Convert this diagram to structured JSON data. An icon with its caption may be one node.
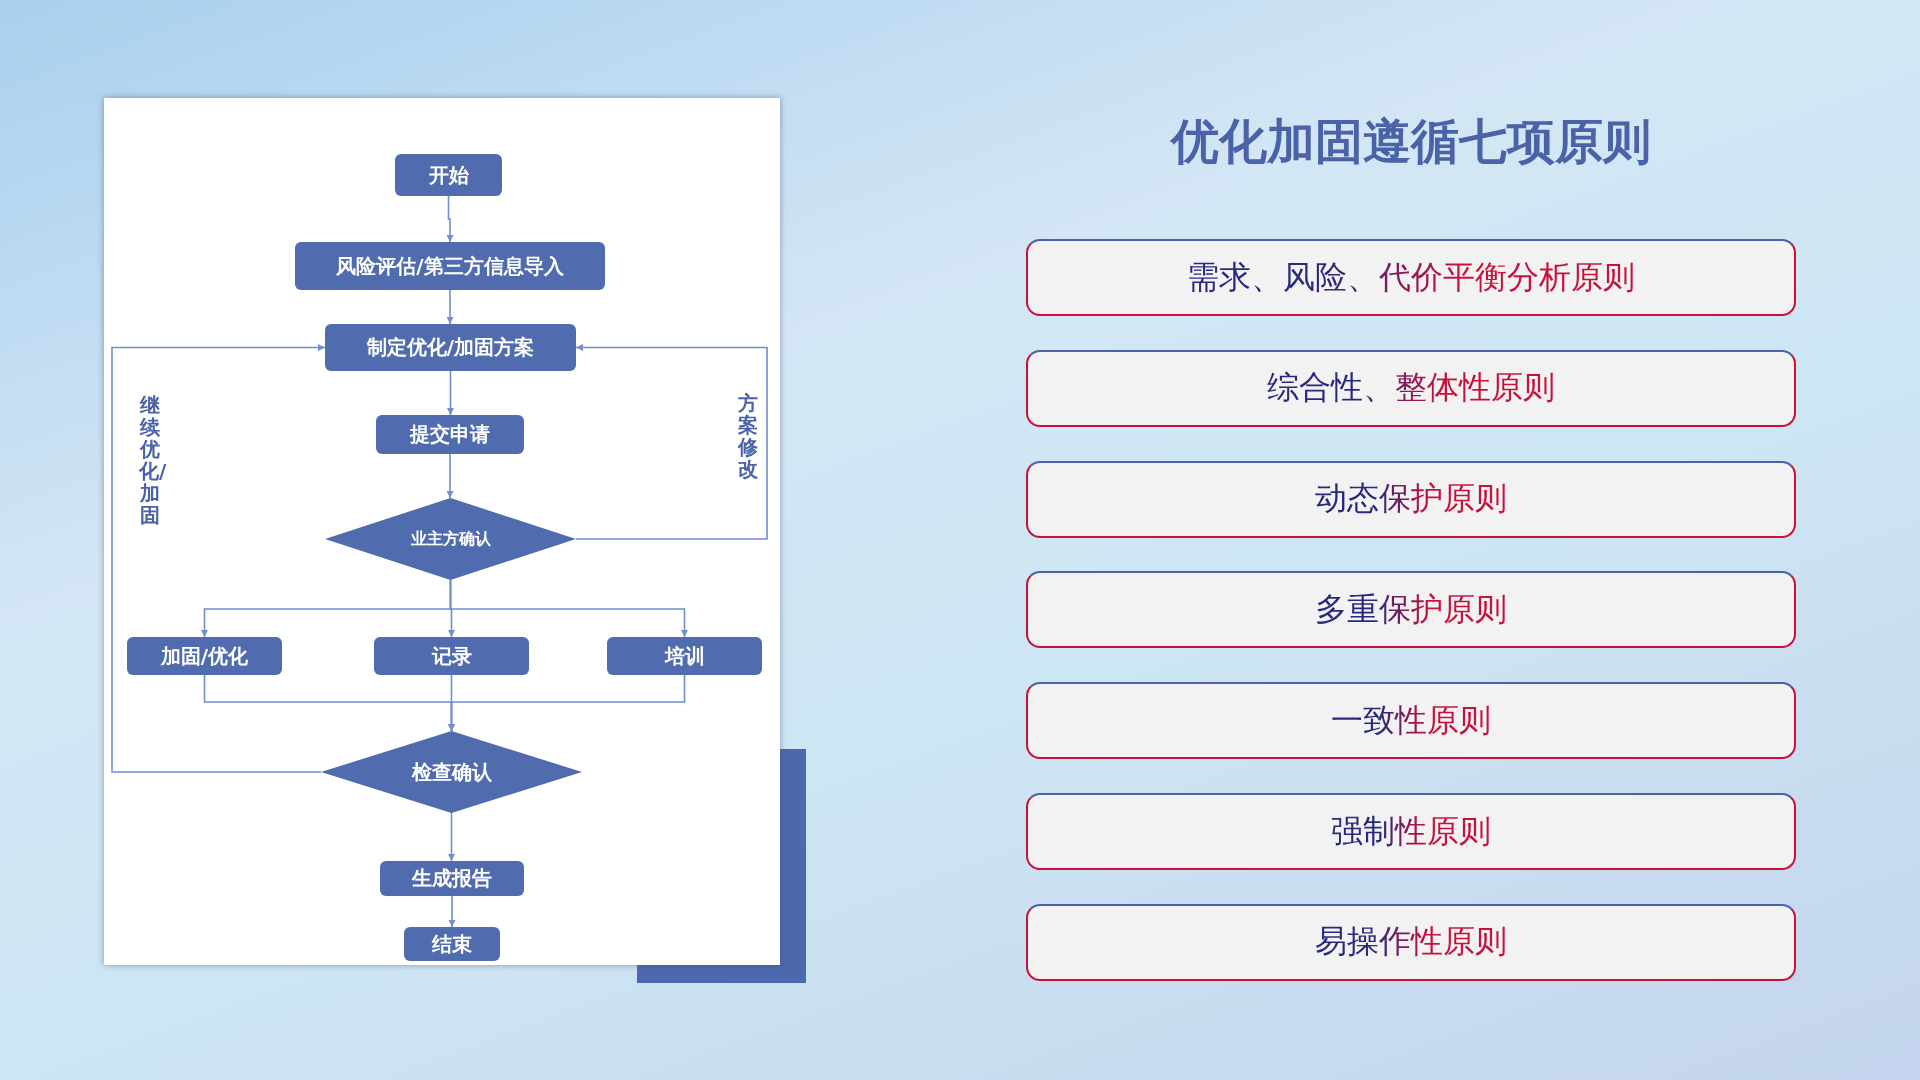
{
  "diagram": {
    "title": "优化加固遵循七项原则",
    "nodes": [
      {
        "text": [
          "开始"
        ]
      },
      {
        "text": [
          "风险评估/第三方信息导入"
        ]
      },
      {
        "text": [
          "制定优化/加固方案"
        ]
      },
      {
        "text": [
          "提交申请"
        ]
      },
      {
        "text": [
          "业主方确认"
        ]
      },
      {
        "text": [
          "加固/优化"
        ]
      },
      {
        "text": [
          "记录"
        ]
      },
      {
        "text": [
          "培训"
        ]
      },
      {
        "text": [
          "检查确认"
        ]
      },
      {
        "text": [
          "生成报告"
        ]
      },
      {
        "text": [
          "结束"
        ]
      },
      {
        "text": [
          "需求、风险、代价平衡分析原则"
        ]
      },
      {
        "text": [
          "综合性、整体性原则"
        ]
      },
      {
        "text": [
          "动态保护原则"
        ]
      },
      {
        "text": [
          "多重保护原则"
        ]
      },
      {
        "text": [
          "一致性原则"
        ]
      },
      {
        "text": [
          "强制性原则"
        ]
      },
      {
        "text": [
          "易操作性原则"
        ]
      }
    ],
    "edges": [
      {
        "from": 0,
        "to": 1,
        "arrow": "to"
      },
      {
        "from": 1,
        "to": 2,
        "arrow": "to"
      },
      {
        "from": 2,
        "to": 3,
        "arrow": "to"
      },
      {
        "from": 3,
        "to": 4,
        "arrow": "to"
      },
      {
        "from": 4,
        "to": 2,
        "arrow": "to",
        "label": "方案修改"
      },
      {
        "from": 4,
        "to": 5,
        "arrow": "to"
      },
      {
        "from": 4,
        "to": 6,
        "arrow": "to"
      },
      {
        "from": 4,
        "to": 7,
        "arrow": "to"
      },
      {
        "from": 5,
        "to": 8,
        "arrow": "to"
      },
      {
        "from": 6,
        "to": 8,
        "arrow": "to"
      },
      {
        "from": 7,
        "to": 8,
        "arrow": "to"
      },
      {
        "from": 8,
        "to": 2,
        "arrow": "to",
        "label": "继续优化/加固"
      },
      {
        "from": 8,
        "to": 9,
        "arrow": "to"
      },
      {
        "from": 9,
        "to": 10,
        "arrow": "to"
      }
    ]
  }
}
